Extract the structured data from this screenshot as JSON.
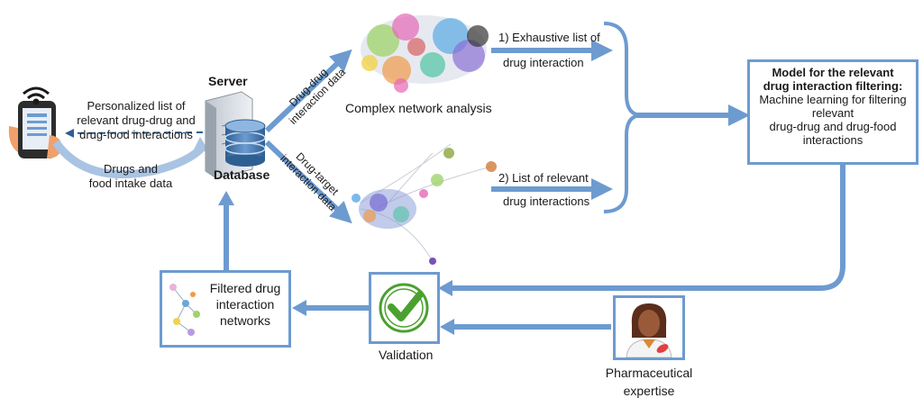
{
  "phone": {
    "personalized_lines": [
      "Personalized list of",
      "relevant drug-drug and",
      "drug-food interactions"
    ],
    "intake_lines": [
      "Drugs and",
      "food intake data"
    ]
  },
  "server": {
    "title": "Server",
    "db_label": "Database"
  },
  "edges": {
    "drug_drug": [
      "Drug-drug",
      "interaction data"
    ],
    "drug_target": [
      "Drug-target",
      "interaction data"
    ]
  },
  "complex_network_label": "Complex network analysis",
  "list1": [
    "1) Exhaustive list of",
    "drug interaction"
  ],
  "list2": [
    "2) List of relevant",
    "drug interactions"
  ],
  "model": {
    "title_lines": [
      "Model for the relevant",
      "drug interaction filtering:"
    ],
    "body_lines": [
      "Machine learning for filtering",
      "relevant",
      "drug-drug and drug-food",
      "interactions"
    ]
  },
  "filtered": [
    "Filtered drug",
    "interaction",
    "networks"
  ],
  "validation": "Validation",
  "expertise": [
    "Pharmaceutical",
    "expertise"
  ],
  "colors": {
    "arrow": "#6d9bd0",
    "accent_green": "#4aa12f"
  }
}
